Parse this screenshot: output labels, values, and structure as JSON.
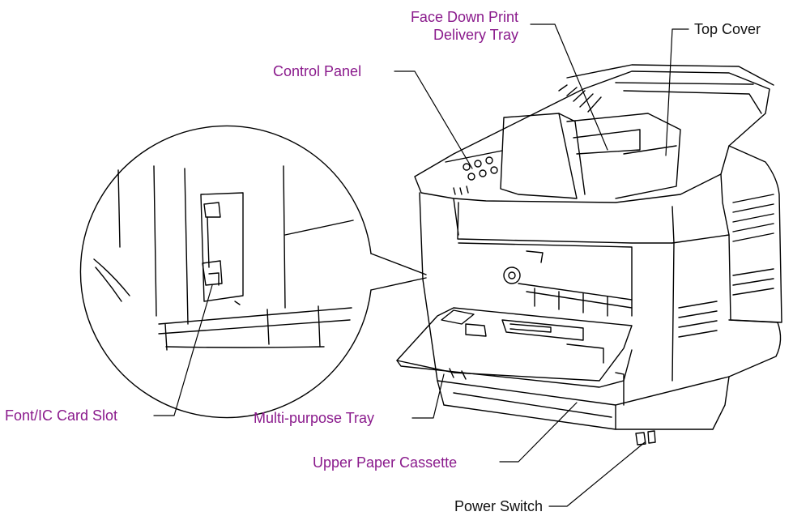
{
  "labels": {
    "face_down_line1": "Face Down Print",
    "face_down_line2": "Delivery Tray",
    "top_cover": "Top Cover",
    "control_panel": "Control Panel",
    "font_ic_card_slot": "Font/IC Card Slot",
    "multi_purpose_tray": "Multi-purpose Tray",
    "upper_paper_cassette": "Upper Paper Cassette",
    "power_switch": "Power Switch"
  },
  "colors": {
    "label_purple": "#8a1a8c",
    "label_black": "#111111",
    "line": "#000000"
  }
}
